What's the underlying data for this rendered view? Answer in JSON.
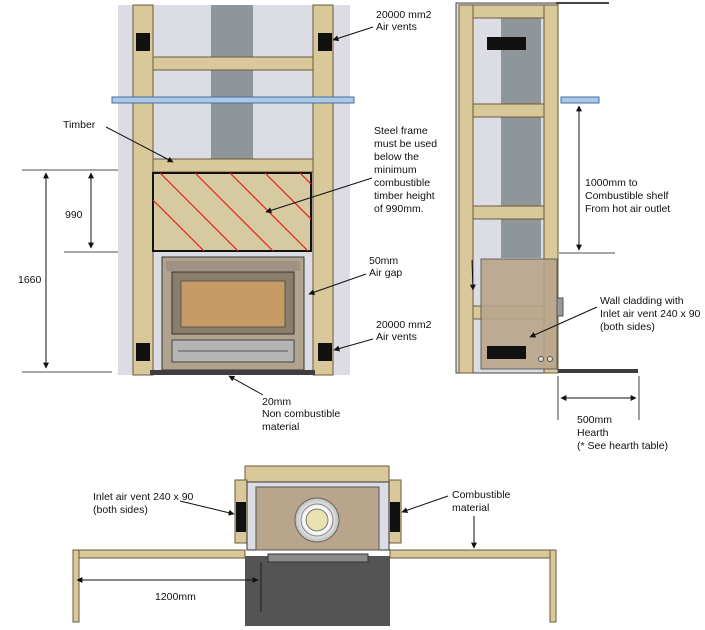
{
  "front_view": {
    "label_timber": "Timber",
    "label_steel_frame": [
      "Steel frame",
      " must be used",
      " below the",
      "minimum",
      "combustible",
      "timber height",
      "of 990mm."
    ],
    "label_air_vents_top": [
      "20000 mm2",
      "Air vents"
    ],
    "label_air_gap": [
      "50mm",
      "Air gap"
    ],
    "label_air_vents_bottom": [
      "20000 mm2",
      "Air vents"
    ],
    "label_non_combustible": [
      "20mm",
      "Non combustible",
      "material"
    ],
    "dim_990": "990",
    "dim_1660": "1660"
  },
  "side_view": {
    "label_shelf": [
      "1000mm to",
      "Combustible shelf",
      "From hot air outlet"
    ],
    "label_cladding": [
      "Wall cladding with",
      "Inlet air vent 240 x 90",
      "(both sides)"
    ],
    "label_hearth": [
      "500mm",
      "Hearth",
      "(* See hearth table)"
    ]
  },
  "plan_view": {
    "label_inlet": [
      "Inlet air vent 240 x 90",
      "(both sides)"
    ],
    "label_combustible": [
      "Combustible",
      "material"
    ],
    "dim_1200": "1200mm"
  },
  "colors": {
    "wall": "#dcdce4",
    "timber": "#d9c89a",
    "timber_edge": "#6b5a3a",
    "flue": "#8f9699",
    "shelf": "#aec7e3",
    "stove": "#b9a58b",
    "hearth": "#545454",
    "hatch": "#e2231a"
  }
}
